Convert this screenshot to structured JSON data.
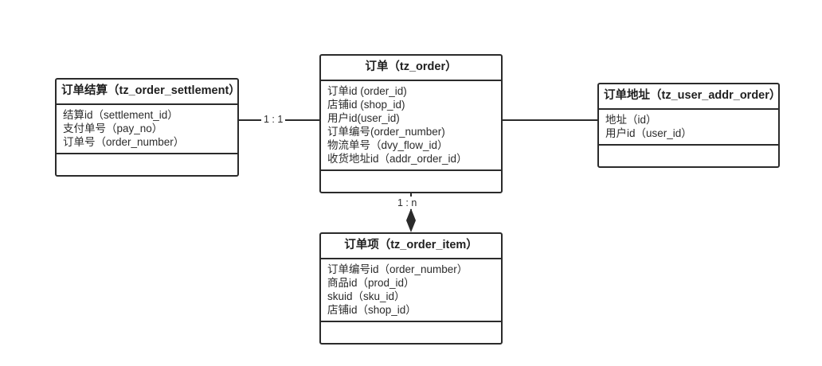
{
  "diagram": {
    "type": "er-diagram",
    "background_color": "#ffffff",
    "line_color": "#2b2b2b",
    "text_color": "#2b2b2b"
  },
  "entities": [
    {
      "id": "order",
      "title_cn": "订单",
      "title_table": "tz_order",
      "title_full": "订单（tz_order）",
      "attributes": [
        "订单id (order_id)",
        "店铺id (shop_id)",
        "用户id(user_id)",
        "订单编号(order_number)",
        "物流单号（dvy_flow_id）",
        "收货地址id（addr_order_id）"
      ]
    },
    {
      "id": "settlement",
      "title_cn": "订单结算",
      "title_table": "tz_order_settlement",
      "title_full": "订单结算（tz_order_settlement）",
      "attributes": [
        "结算id（settlement_id）",
        "支付单号（pay_no）",
        "订单号（order_number）"
      ]
    },
    {
      "id": "addr",
      "title_cn": "订单地址",
      "title_table": "tz_user_addr_order",
      "title_full": "订单地址（tz_user_addr_order）",
      "attributes": [
        "地址（id）",
        "用户id（user_id）"
      ]
    },
    {
      "id": "item",
      "title_cn": "订单项",
      "title_table": "tz_order_item",
      "title_full": "订单项（tz_order_item）",
      "attributes": [
        "订单编号id（order_number）",
        "商品id（prod_id）",
        "skuid（sku_id）",
        "店铺id（shop_id）"
      ]
    }
  ],
  "relationships": [
    {
      "id": "settlement-order",
      "from": "settlement",
      "to": "order",
      "label": "1 : 1",
      "marker": "none"
    },
    {
      "id": "order-addr",
      "from": "order",
      "to": "addr",
      "label": "",
      "marker": "none"
    },
    {
      "id": "order-item",
      "from": "order",
      "to": "item",
      "label": "1 : n",
      "marker": "filled-diamond"
    }
  ]
}
